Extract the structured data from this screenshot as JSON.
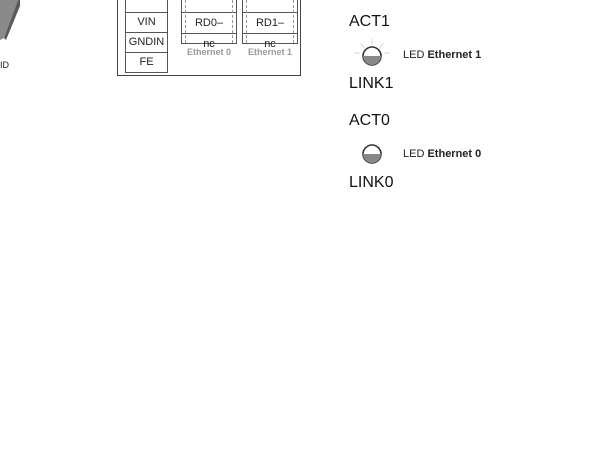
{
  "device": {
    "label_fragment": "ID"
  },
  "terminal": {
    "power_rows": [
      "VIN",
      "GNDIN",
      "FE"
    ],
    "eth0": {
      "cells": [
        "RD0–",
        "nc"
      ],
      "caption": "Ethernet 0"
    },
    "eth1": {
      "cells": [
        "RD1–",
        "nc"
      ],
      "caption": "Ethernet 1"
    }
  },
  "leds": [
    {
      "act": "ACT1",
      "prefix": "LED",
      "name": "Ethernet 1",
      "link": "LINK1",
      "glowing": true
    },
    {
      "act": "ACT0",
      "prefix": "LED",
      "name": "Ethernet 0",
      "link": "LINK0",
      "glowing": false
    }
  ],
  "colors": {
    "caption_gray": "#9a9a9a",
    "led_fill": "#888888"
  }
}
